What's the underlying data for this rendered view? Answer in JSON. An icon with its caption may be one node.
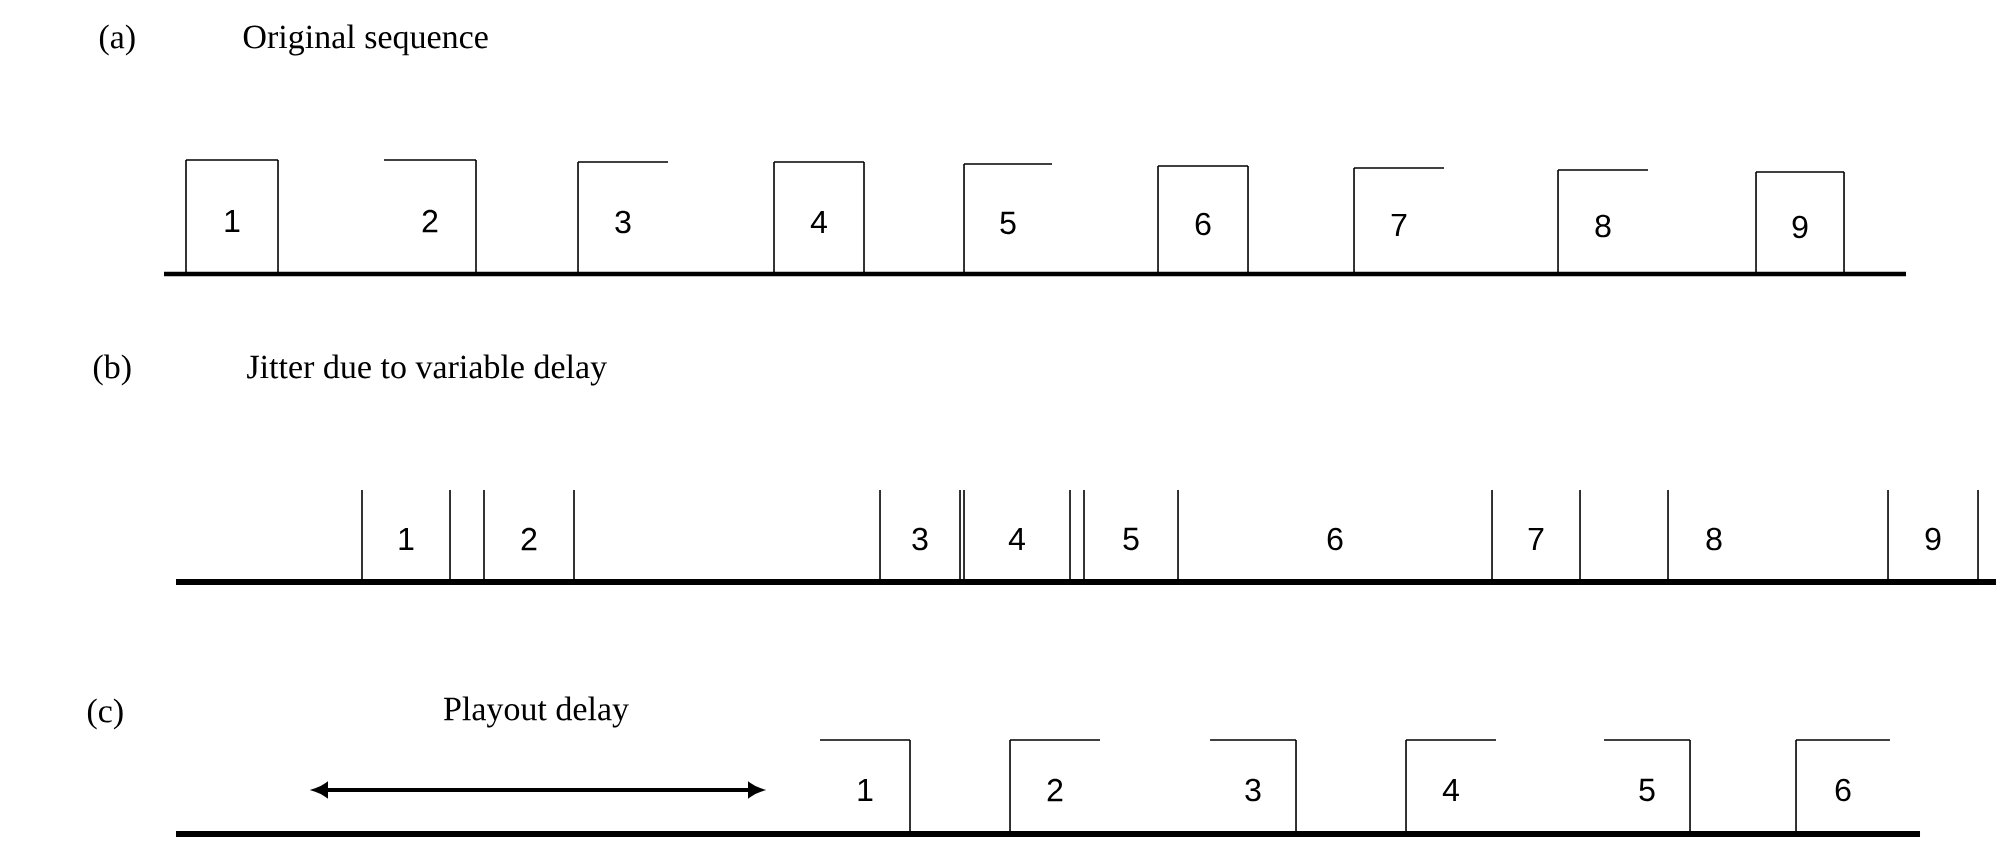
{
  "diagram": {
    "nodes": [
      {
        "text": [
          "1"
        ]
      },
      {
        "text": [
          "2"
        ]
      },
      {
        "text": [
          "3"
        ]
      },
      {
        "text": [
          "4"
        ]
      },
      {
        "text": [
          "5"
        ]
      },
      {
        "text": [
          "6"
        ]
      },
      {
        "text": [
          "7"
        ]
      },
      {
        "text": [
          "8"
        ]
      },
      {
        "text": [
          "9"
        ]
      },
      {
        "text": [
          "1"
        ]
      },
      {
        "text": [
          "2"
        ]
      },
      {
        "text": [
          "3"
        ]
      },
      {
        "text": [
          "4"
        ]
      },
      {
        "text": [
          "5"
        ]
      },
      {
        "text": [
          "6"
        ]
      },
      {
        "text": [
          "7"
        ]
      },
      {
        "text": [
          "8"
        ]
      },
      {
        "text": [
          "9"
        ]
      },
      {
        "text": [
          "1"
        ]
      },
      {
        "text": [
          "2"
        ]
      },
      {
        "text": [
          "3"
        ]
      },
      {
        "text": [
          "4"
        ]
      },
      {
        "text": [
          "5"
        ]
      },
      {
        "text": [
          "6"
        ]
      }
    ],
    "labels": [
      "(a)",
      "Original sequence",
      "(b)",
      "Jitter due to variable delay",
      "(c)",
      "Playout delay"
    ]
  }
}
